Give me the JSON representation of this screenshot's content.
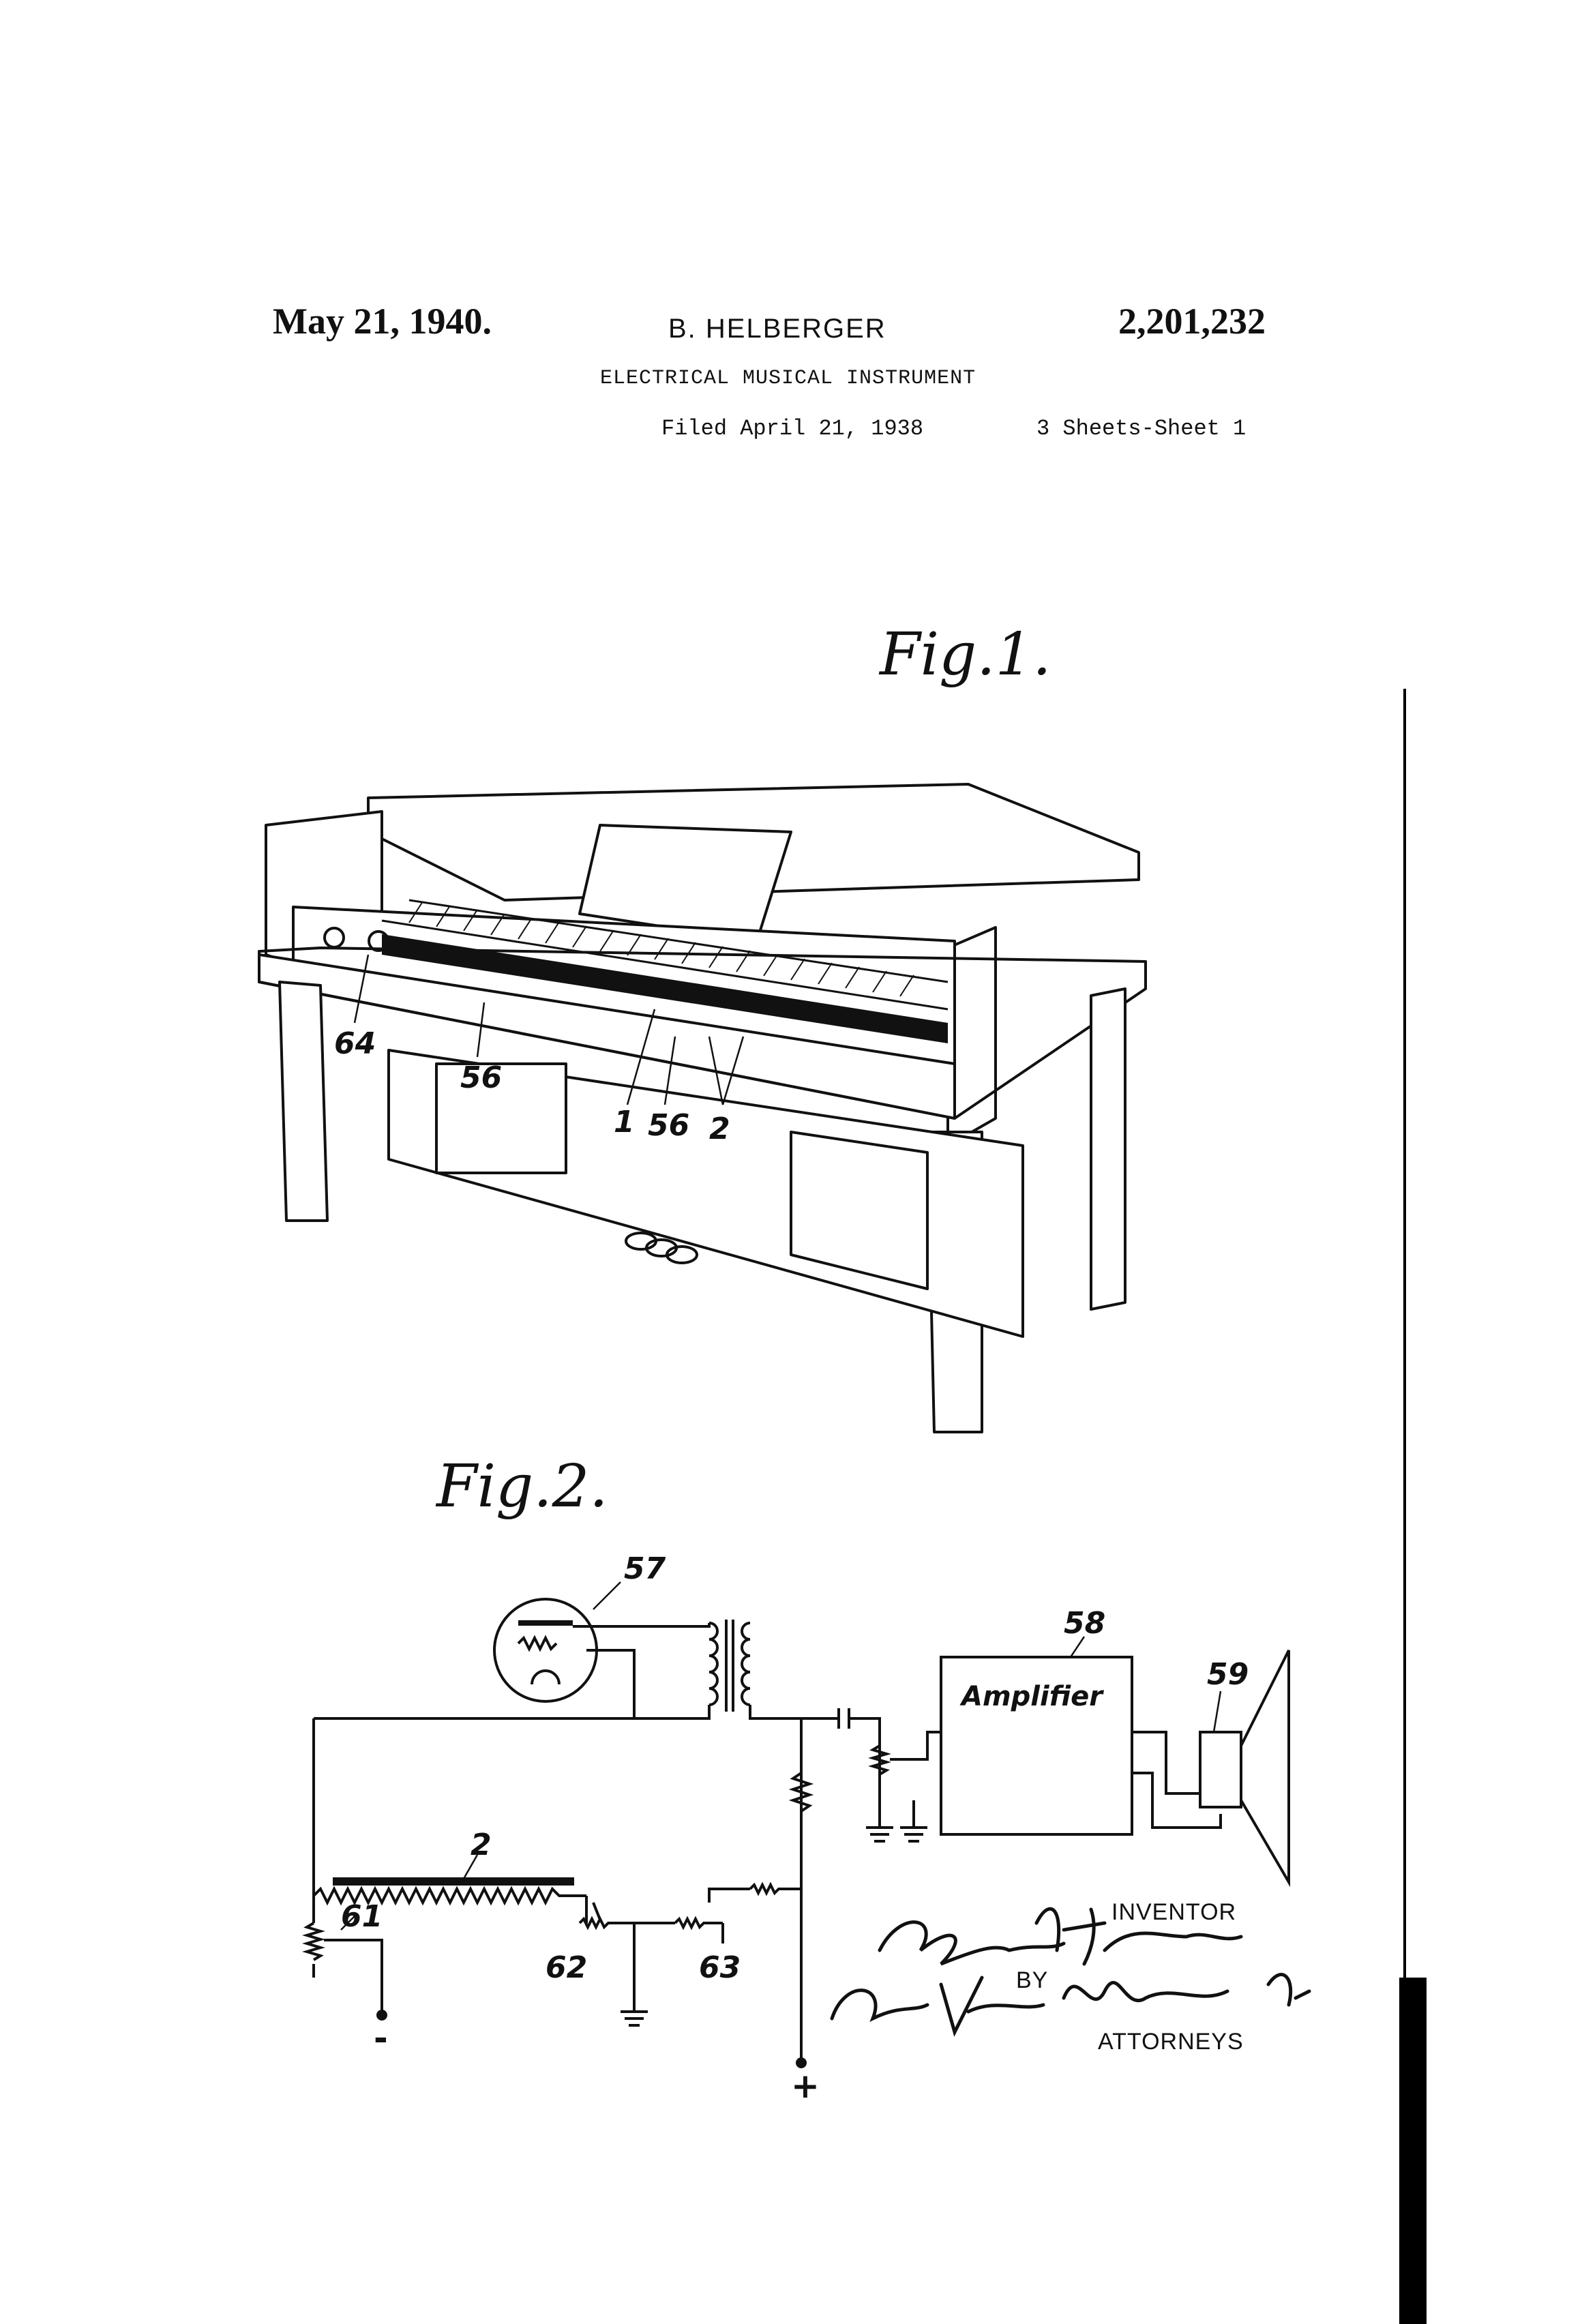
{
  "header": {
    "date": "May 21, 1940.",
    "inventor": "B. HELBERGER",
    "patent_number": "2,201,232",
    "title": "ELECTRICAL MUSICAL INSTRUMENT",
    "filed": "Filed April 21, 1938",
    "sheets": "3 Sheets-Sheet 1"
  },
  "figures": {
    "fig1_label": "Fig.1.",
    "fig2_label": "Fig.2."
  },
  "fig1_refs": {
    "r64": "64",
    "r56a": "56",
    "r1": "1",
    "r56b": "56",
    "r2": "2"
  },
  "fig2_refs": {
    "r57": "57",
    "r58": "58",
    "r59": "59",
    "r2": "2",
    "r61": "61",
    "r62": "62",
    "r63": "63",
    "amplifier": "Amplifier",
    "minus": "-",
    "plus": "+"
  },
  "signature": {
    "inventor_label": "INVENTOR",
    "by_label": "BY",
    "attorneys_label": "ATTORNEYS",
    "inventor_signature": "Bruno Helberger",
    "attorneys_signature": "Emery, Varney, Whittemore & Dix"
  }
}
